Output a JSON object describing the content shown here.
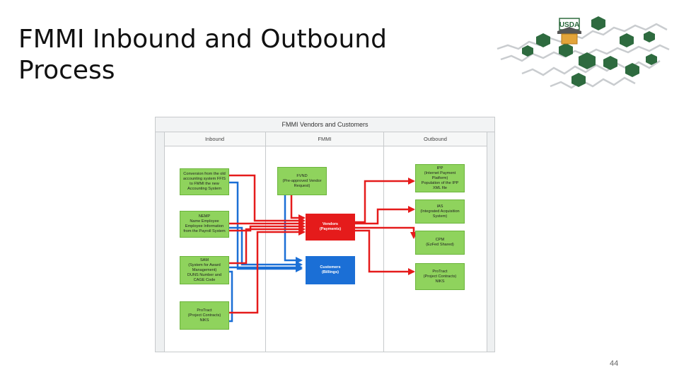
{
  "slide": {
    "title": "FMMI Inbound and Outbound Process",
    "page_number": "44"
  },
  "logo": {
    "text": "USDA"
  },
  "diagram": {
    "title": "FMMI Vendors and Customers",
    "lanes": [
      "Inbound",
      "FMMI",
      "Outbound"
    ],
    "inbound_boxes": [
      "Conversion from the old accounting system FFIS to FMMI the new Accounting System",
      "NEMP\nName Employee Employee Information from the Payroll System",
      "SAM\n(System for Award Management)\nDUNS Number and CAGE Code",
      "ProTract\n(Project Contracts)\nNIKS"
    ],
    "fmmi_boxes": [
      "FVND\n(Pre-approved Vendor Request)",
      "Vendors\n(Payments)",
      "Customers\n(Billings)"
    ],
    "outbound_boxes": [
      "IPP\n(Internet Payment Platform)\nPopulation of the IPP XML file",
      "IAS\n(Integrated Acquisition System)",
      "CPM\n(EzFed Shared)",
      "ProTract\n(Project Contracts)\nNIKS"
    ]
  },
  "colors": {
    "green_box": "#8fd35d",
    "vendor_red": "#e51b1b",
    "customer_blue": "#1b6fd6",
    "usda_green": "#2e6b3f"
  }
}
